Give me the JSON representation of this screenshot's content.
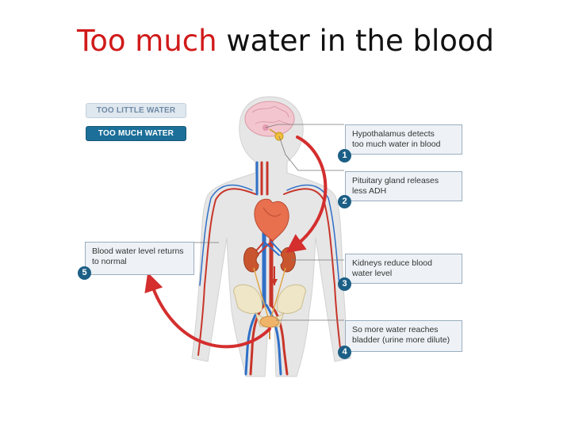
{
  "title": {
    "highlight": "Too much",
    "rest": " water in the blood"
  },
  "tabs": {
    "too_little": "TOO LITTLE WATER",
    "too_much": "TOO MUCH WATER"
  },
  "steps": [
    {
      "number": "1",
      "line1": "Hypothalamus detects",
      "line2": "too much water in blood"
    },
    {
      "number": "2",
      "line1": "Pituitary gland releases",
      "line2": "less ADH"
    },
    {
      "number": "3",
      "line1": "Kidneys reduce blood",
      "line2": "water level"
    },
    {
      "number": "4",
      "line1": "So more water reaches",
      "line2": "bladder (urine more dilute)"
    },
    {
      "number": "5",
      "line1": "Blood water level returns",
      "line2": "to normal"
    }
  ],
  "colors": {
    "title_highlight": "#d11a1a",
    "active_tab": "#1c6f98",
    "badge": "#1c5f86",
    "arrow": "#d42e2e",
    "artery": "#c8352a",
    "vein": "#2f6fc7"
  }
}
